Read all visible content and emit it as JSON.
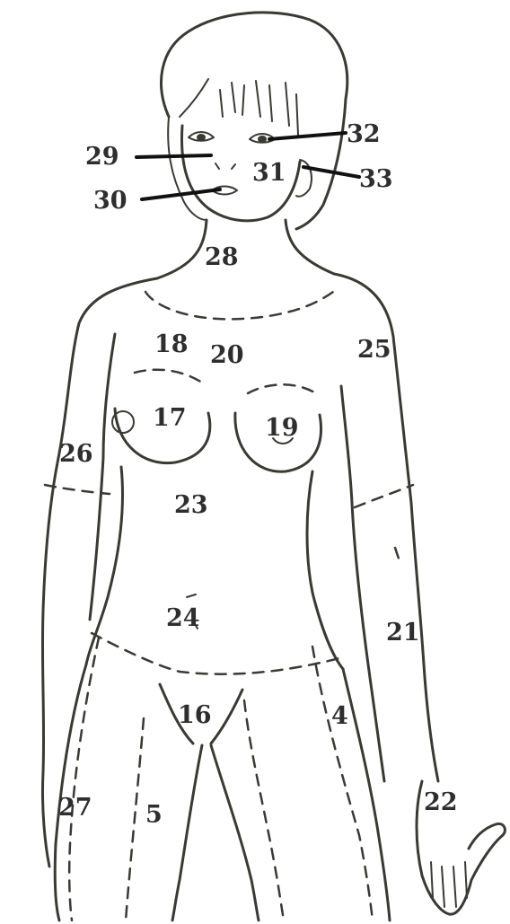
{
  "regions": [
    {
      "id": "label-29",
      "text": "29"
    },
    {
      "id": "label-30",
      "text": "30"
    },
    {
      "id": "label-31",
      "text": "31"
    },
    {
      "id": "label-32",
      "text": "32"
    },
    {
      "id": "label-33",
      "text": "33"
    },
    {
      "id": "label-28",
      "text": "28"
    },
    {
      "id": "label-18",
      "text": "18"
    },
    {
      "id": "label-20",
      "text": "20"
    },
    {
      "id": "label-25",
      "text": "25"
    },
    {
      "id": "label-17",
      "text": "17"
    },
    {
      "id": "label-19",
      "text": "19"
    },
    {
      "id": "label-26",
      "text": "26"
    },
    {
      "id": "label-23",
      "text": "23"
    },
    {
      "id": "label-24",
      "text": "24"
    },
    {
      "id": "label-21",
      "text": "21"
    },
    {
      "id": "label-16",
      "text": "16"
    },
    {
      "id": "label-4",
      "text": "4"
    },
    {
      "id": "label-27",
      "text": "27"
    },
    {
      "id": "label-5",
      "text": "5"
    },
    {
      "id": "label-22",
      "text": "22"
    }
  ],
  "colors": {
    "ink": "#3a3a34",
    "paper": "#ffffff"
  }
}
